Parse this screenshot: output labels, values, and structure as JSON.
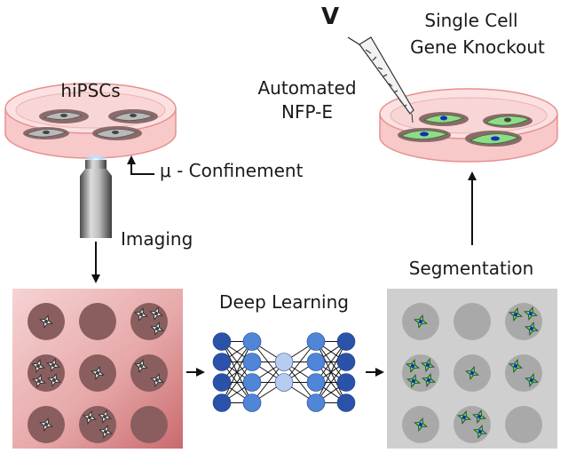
{
  "labels": {
    "hipscs": "hiPSCs",
    "confinement": "μ - Confinement",
    "imaging": "Imaging",
    "automated_line1": "Automated",
    "automated_line2": "NFP-E",
    "voltage": "V",
    "knockout_line1": "Single Cell",
    "knockout_line2": "Gene Knockout",
    "deep_learning": "Deep Learning",
    "segmentation": "Segmentation"
  },
  "colors": {
    "dish_fill": "#f9d6d6",
    "dish_edge": "#e88f8f",
    "raw_panel_light": "#f3c9c9",
    "raw_panel_dark": "#cc6f72",
    "well_dark": "#8a5e5e",
    "seg_panel": "#cfcfcf",
    "seg_well": "#a9a9a9",
    "cell_green": "#7fd67a",
    "nucleus_blue": "#1530b8",
    "nn_dark": "#2a52a8",
    "nn_mid": "#4f86d8",
    "nn_light": "#b7cdf0"
  },
  "icons": [
    "objective-lens-icon",
    "pipette-icon",
    "neural-network-icon",
    "arrow-icon"
  ],
  "wells": {
    "raw_cell_counts": [
      1,
      0,
      3,
      4,
      1,
      2,
      1,
      3,
      0
    ],
    "segmented_cell_counts": [
      1,
      0,
      3,
      4,
      1,
      2,
      1,
      3,
      0
    ]
  },
  "network": {
    "layer_sizes": [
      4,
      4,
      2,
      4,
      4
    ]
  }
}
